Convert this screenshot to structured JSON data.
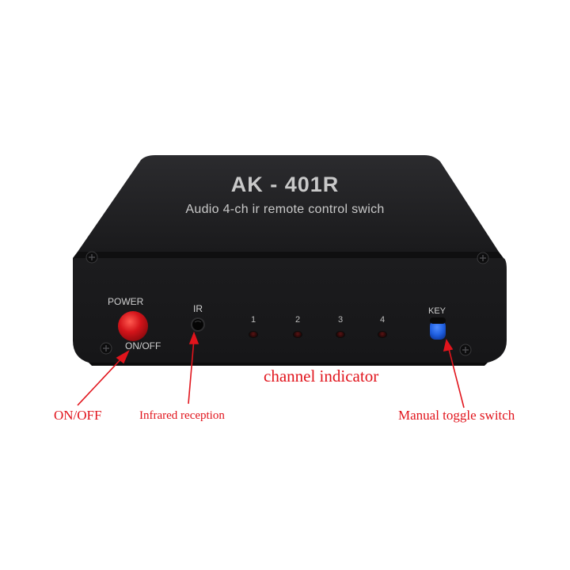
{
  "device": {
    "model": "AK - 401R",
    "subtitle": "Audio 4-ch ir remote control swich",
    "power_label": "POWER",
    "onoff_label": "ON/OFF",
    "ir_label": "IR",
    "key_label": "KEY",
    "channels": [
      "1",
      "2",
      "3",
      "4"
    ],
    "colors": {
      "body": "#1c1c1e",
      "power_button": "#d3141a",
      "key_button": "#1f5fe0",
      "annotation": "#e1141c"
    }
  },
  "annotations": {
    "onoff": "ON/OFF",
    "infrared": "Infrared reception",
    "channel": "channel indicator",
    "manual": "Manual toggle switch"
  }
}
